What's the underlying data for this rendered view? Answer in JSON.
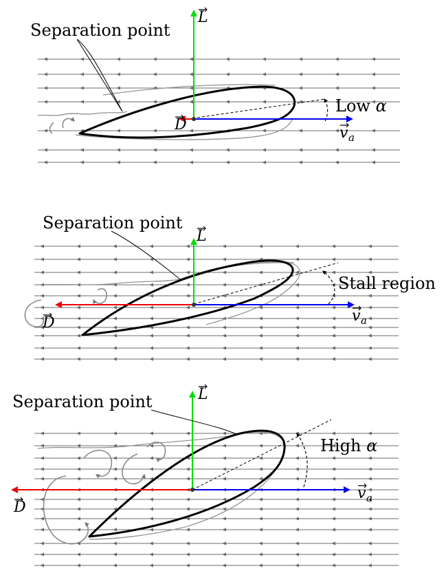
{
  "panels": [
    {
      "id": "low",
      "separation_label": "Separation point",
      "angle_label_text": "Low ",
      "angle_label_symbol": "α",
      "lift_symbol": "L",
      "drag_symbol": "D",
      "velocity_symbol": "v",
      "velocity_subscript": "a"
    },
    {
      "id": "stall",
      "separation_label": "Separation point",
      "angle_label_text": "Stall region",
      "angle_label_symbol": "",
      "lift_symbol": "L",
      "drag_symbol": "D",
      "velocity_symbol": "v",
      "velocity_subscript": "a"
    },
    {
      "id": "high",
      "separation_label": "Separation point",
      "angle_label_text": "High ",
      "angle_label_symbol": "α",
      "lift_symbol": "L",
      "drag_symbol": "D",
      "velocity_symbol": "v",
      "velocity_subscript": "a"
    }
  ],
  "colors": {
    "lift": "#00dd00",
    "drag": "#ee0000",
    "velocity": "#0000ee",
    "airfoil": "#000000",
    "streamline": "#6b6b6b"
  }
}
